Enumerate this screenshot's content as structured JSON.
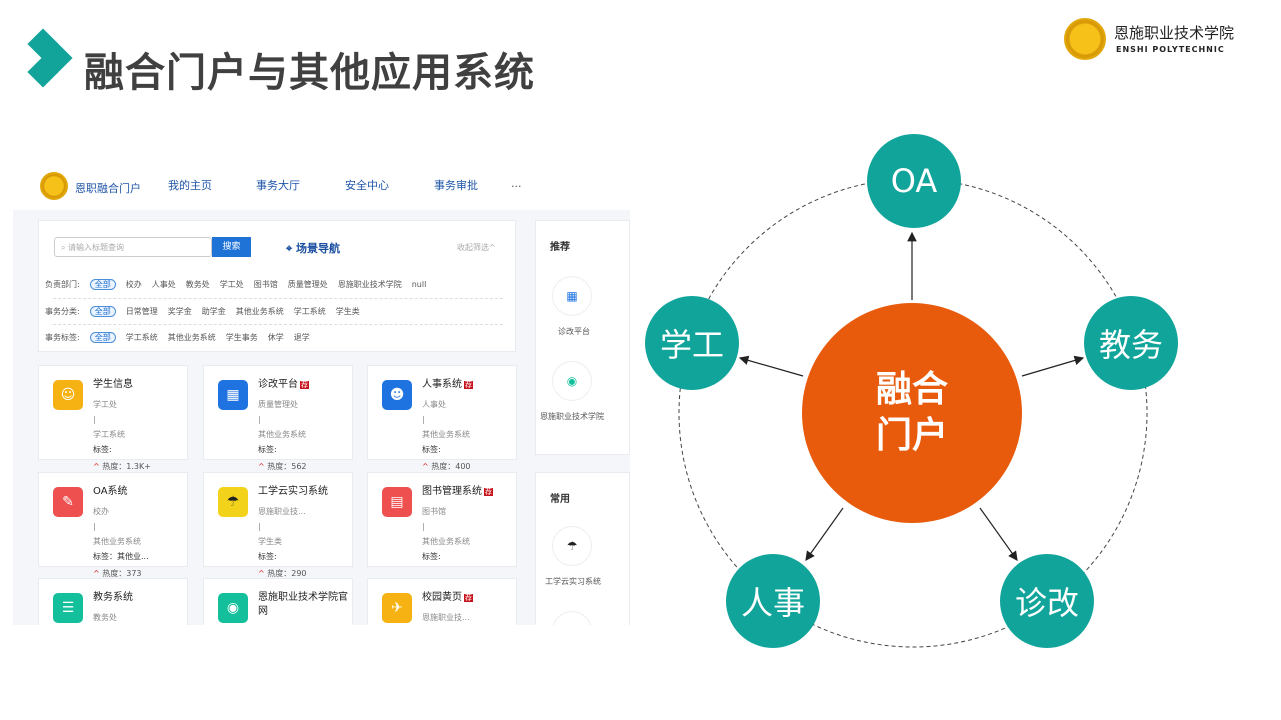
{
  "slide": {
    "title": "融合门户与其他应用系统",
    "school_cn": "恩施职业技术学院",
    "school_en": "ENSHI POLYTECHNIC"
  },
  "portal": {
    "brand": "恩职融合门户",
    "nav": [
      "我的主页",
      "事务大厅",
      "安全中心",
      "事务审批",
      "..."
    ],
    "search": {
      "placeholder": "请输入标题查询",
      "button": "搜索"
    },
    "scene_nav": "场景导航",
    "collapse": "收起筛选^",
    "filters": [
      {
        "label": "负责部门:",
        "options": [
          "全部",
          "校办",
          "人事处",
          "教务处",
          "学工处",
          "图书馆",
          "质量管理处",
          "恩施职业技术学院",
          "null"
        ]
      },
      {
        "label": "事务分类:",
        "options": [
          "全部",
          "日常管理",
          "奖学金",
          "助学金",
          "其他业务系统",
          "学工系统",
          "学生类"
        ]
      },
      {
        "label": "事务标签:",
        "options": [
          "全部",
          "学工系统",
          "其他业务系统",
          "学生事务",
          "休学",
          "退学"
        ]
      }
    ],
    "cards": [
      {
        "name": "学生信息",
        "dept": "学工处",
        "cat": "学工系统",
        "tag": "标签:",
        "heat": "热度：1.3K+",
        "rec": false,
        "color": "#f5b212",
        "icon": "student-icon"
      },
      {
        "name": "诊改平台",
        "dept": "质量管理处",
        "cat": "其他业务系统",
        "tag": "标签:",
        "heat": "热度：562",
        "rec": true,
        "color": "#1f73e0",
        "icon": "platform-icon"
      },
      {
        "name": "人事系统",
        "dept": "人事处",
        "cat": "其他业务系统",
        "tag": "标签:",
        "heat": "热度：400",
        "rec": true,
        "color": "#1f73e0",
        "icon": "hr-icon"
      },
      {
        "name": "OA系统",
        "dept": "校办",
        "cat": "其他业务系统",
        "tag": "标签：其他业...",
        "heat": "热度：373",
        "rec": false,
        "color": "#ee4f4f",
        "icon": "oa-icon"
      },
      {
        "name": "工学云实习系统",
        "dept": "恩施职业技...",
        "cat": "学生类",
        "tag": "标签:",
        "heat": "热度：290",
        "rec": false,
        "color": "#f2d21a",
        "icon": "gongxueyun-icon"
      },
      {
        "name": "图书管理系统",
        "dept": "图书馆",
        "cat": "其他业务系统",
        "tag": "标签:",
        "heat": "",
        "rec": true,
        "color": "#ee4f4f",
        "icon": "library-icon"
      },
      {
        "name": "教务系统",
        "dept": "教务处",
        "cat": "",
        "tag": "",
        "heat": "",
        "rec": false,
        "color": "#14bf9c",
        "icon": "academic-icon"
      },
      {
        "name": "恩施职业技术学院官网",
        "dept": "",
        "cat": "",
        "tag": "",
        "heat": "",
        "rec": false,
        "color": "#14bf9c",
        "icon": "www-icon"
      },
      {
        "name": "校园黄页",
        "dept": "恩施职业技...",
        "cat": "",
        "tag": "",
        "heat": "",
        "rec": true,
        "color": "#f5b212",
        "icon": "yellowpage-icon"
      }
    ],
    "rec_label": "荐",
    "recommend": {
      "title": "推荐",
      "items": [
        "诊改平台",
        "恩施职业技术学院"
      ]
    },
    "common": {
      "title": "常用",
      "items": [
        "工学云实习系统"
      ]
    }
  },
  "diagram": {
    "center": "融合\n门户",
    "nodes": [
      "OA",
      "教务",
      "诊改",
      "人事",
      "学工"
    ],
    "center_color": "#e85a0c",
    "node_color": "#11a49b"
  }
}
